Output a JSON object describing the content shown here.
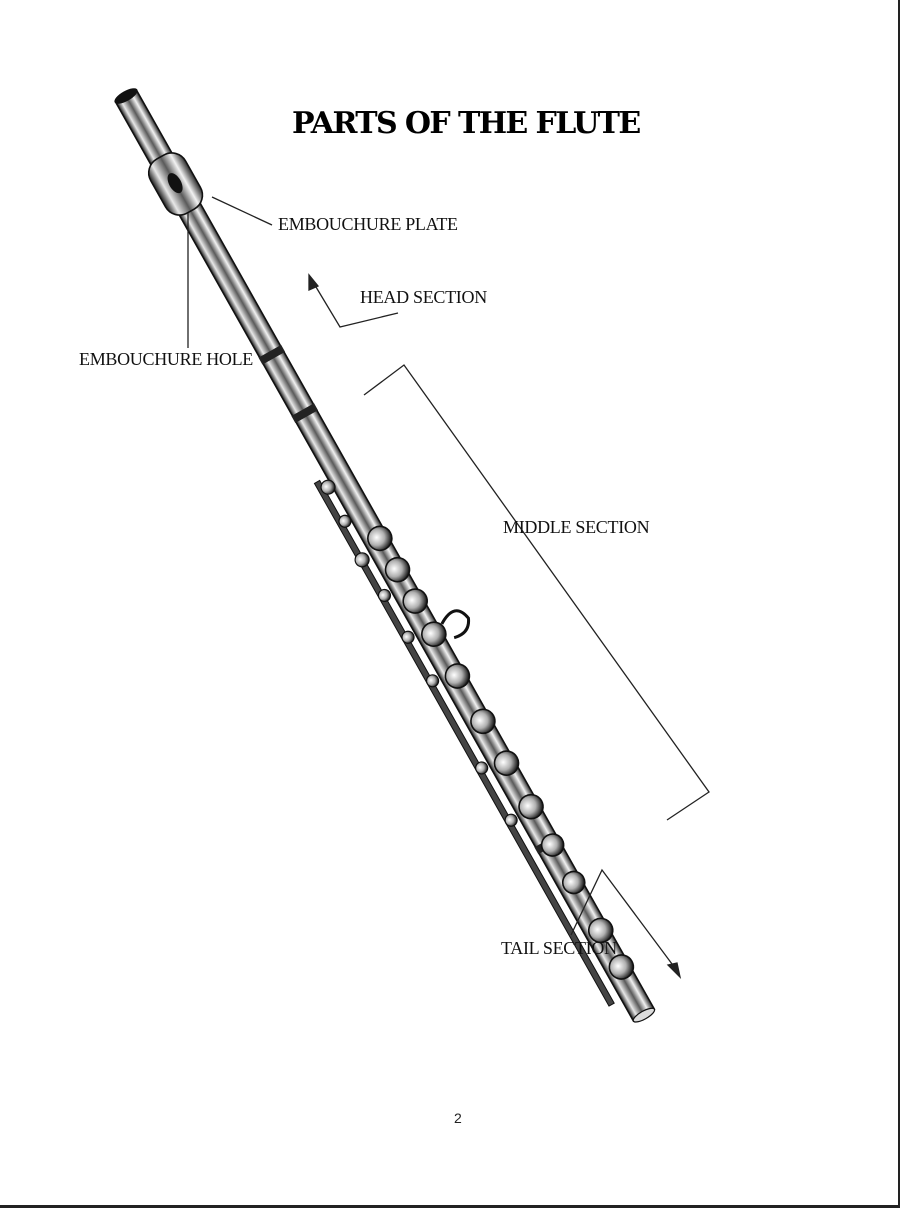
{
  "title": "PARTS OF THE FLUTE",
  "labels": {
    "embouchure_plate": "EMBOUCHURE PLATE",
    "head_section": "HEAD SECTION",
    "embouchure_hole": "EMBOUCHURE HOLE",
    "middle_section": "MIDDLE SECTION",
    "tail_section": "TAIL SECTION"
  },
  "page_number": "2"
}
